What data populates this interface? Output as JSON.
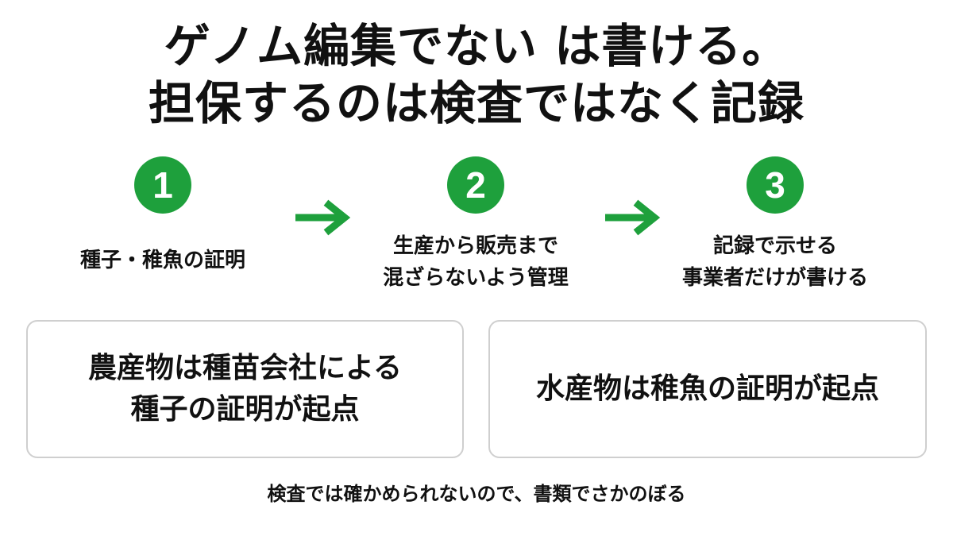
{
  "title": {
    "line1": "ゲノム編集でない は書ける。",
    "line2": "担保するのは検査ではなく記録"
  },
  "steps": [
    {
      "number": "1",
      "lines": [
        "種子・稚魚の証明"
      ]
    },
    {
      "number": "2",
      "lines": [
        "生産から販売まで",
        "混ざらないよう管理"
      ]
    },
    {
      "number": "3",
      "lines": [
        "記録で示せる",
        "事業者だけが書ける"
      ]
    }
  ],
  "cards": [
    {
      "lines": [
        "農産物は種苗会社による",
        "種子の証明が起点"
      ]
    },
    {
      "lines": [
        "水産物は稚魚の証明が起点"
      ]
    }
  ],
  "footer": "検査では確かめられないので、書類でさかのぼる",
  "colors": {
    "accent": "#1ea03c",
    "text": "#111111",
    "card_border": "#cfcfcf"
  },
  "icons": {
    "arrow": "arrow-right-icon"
  }
}
